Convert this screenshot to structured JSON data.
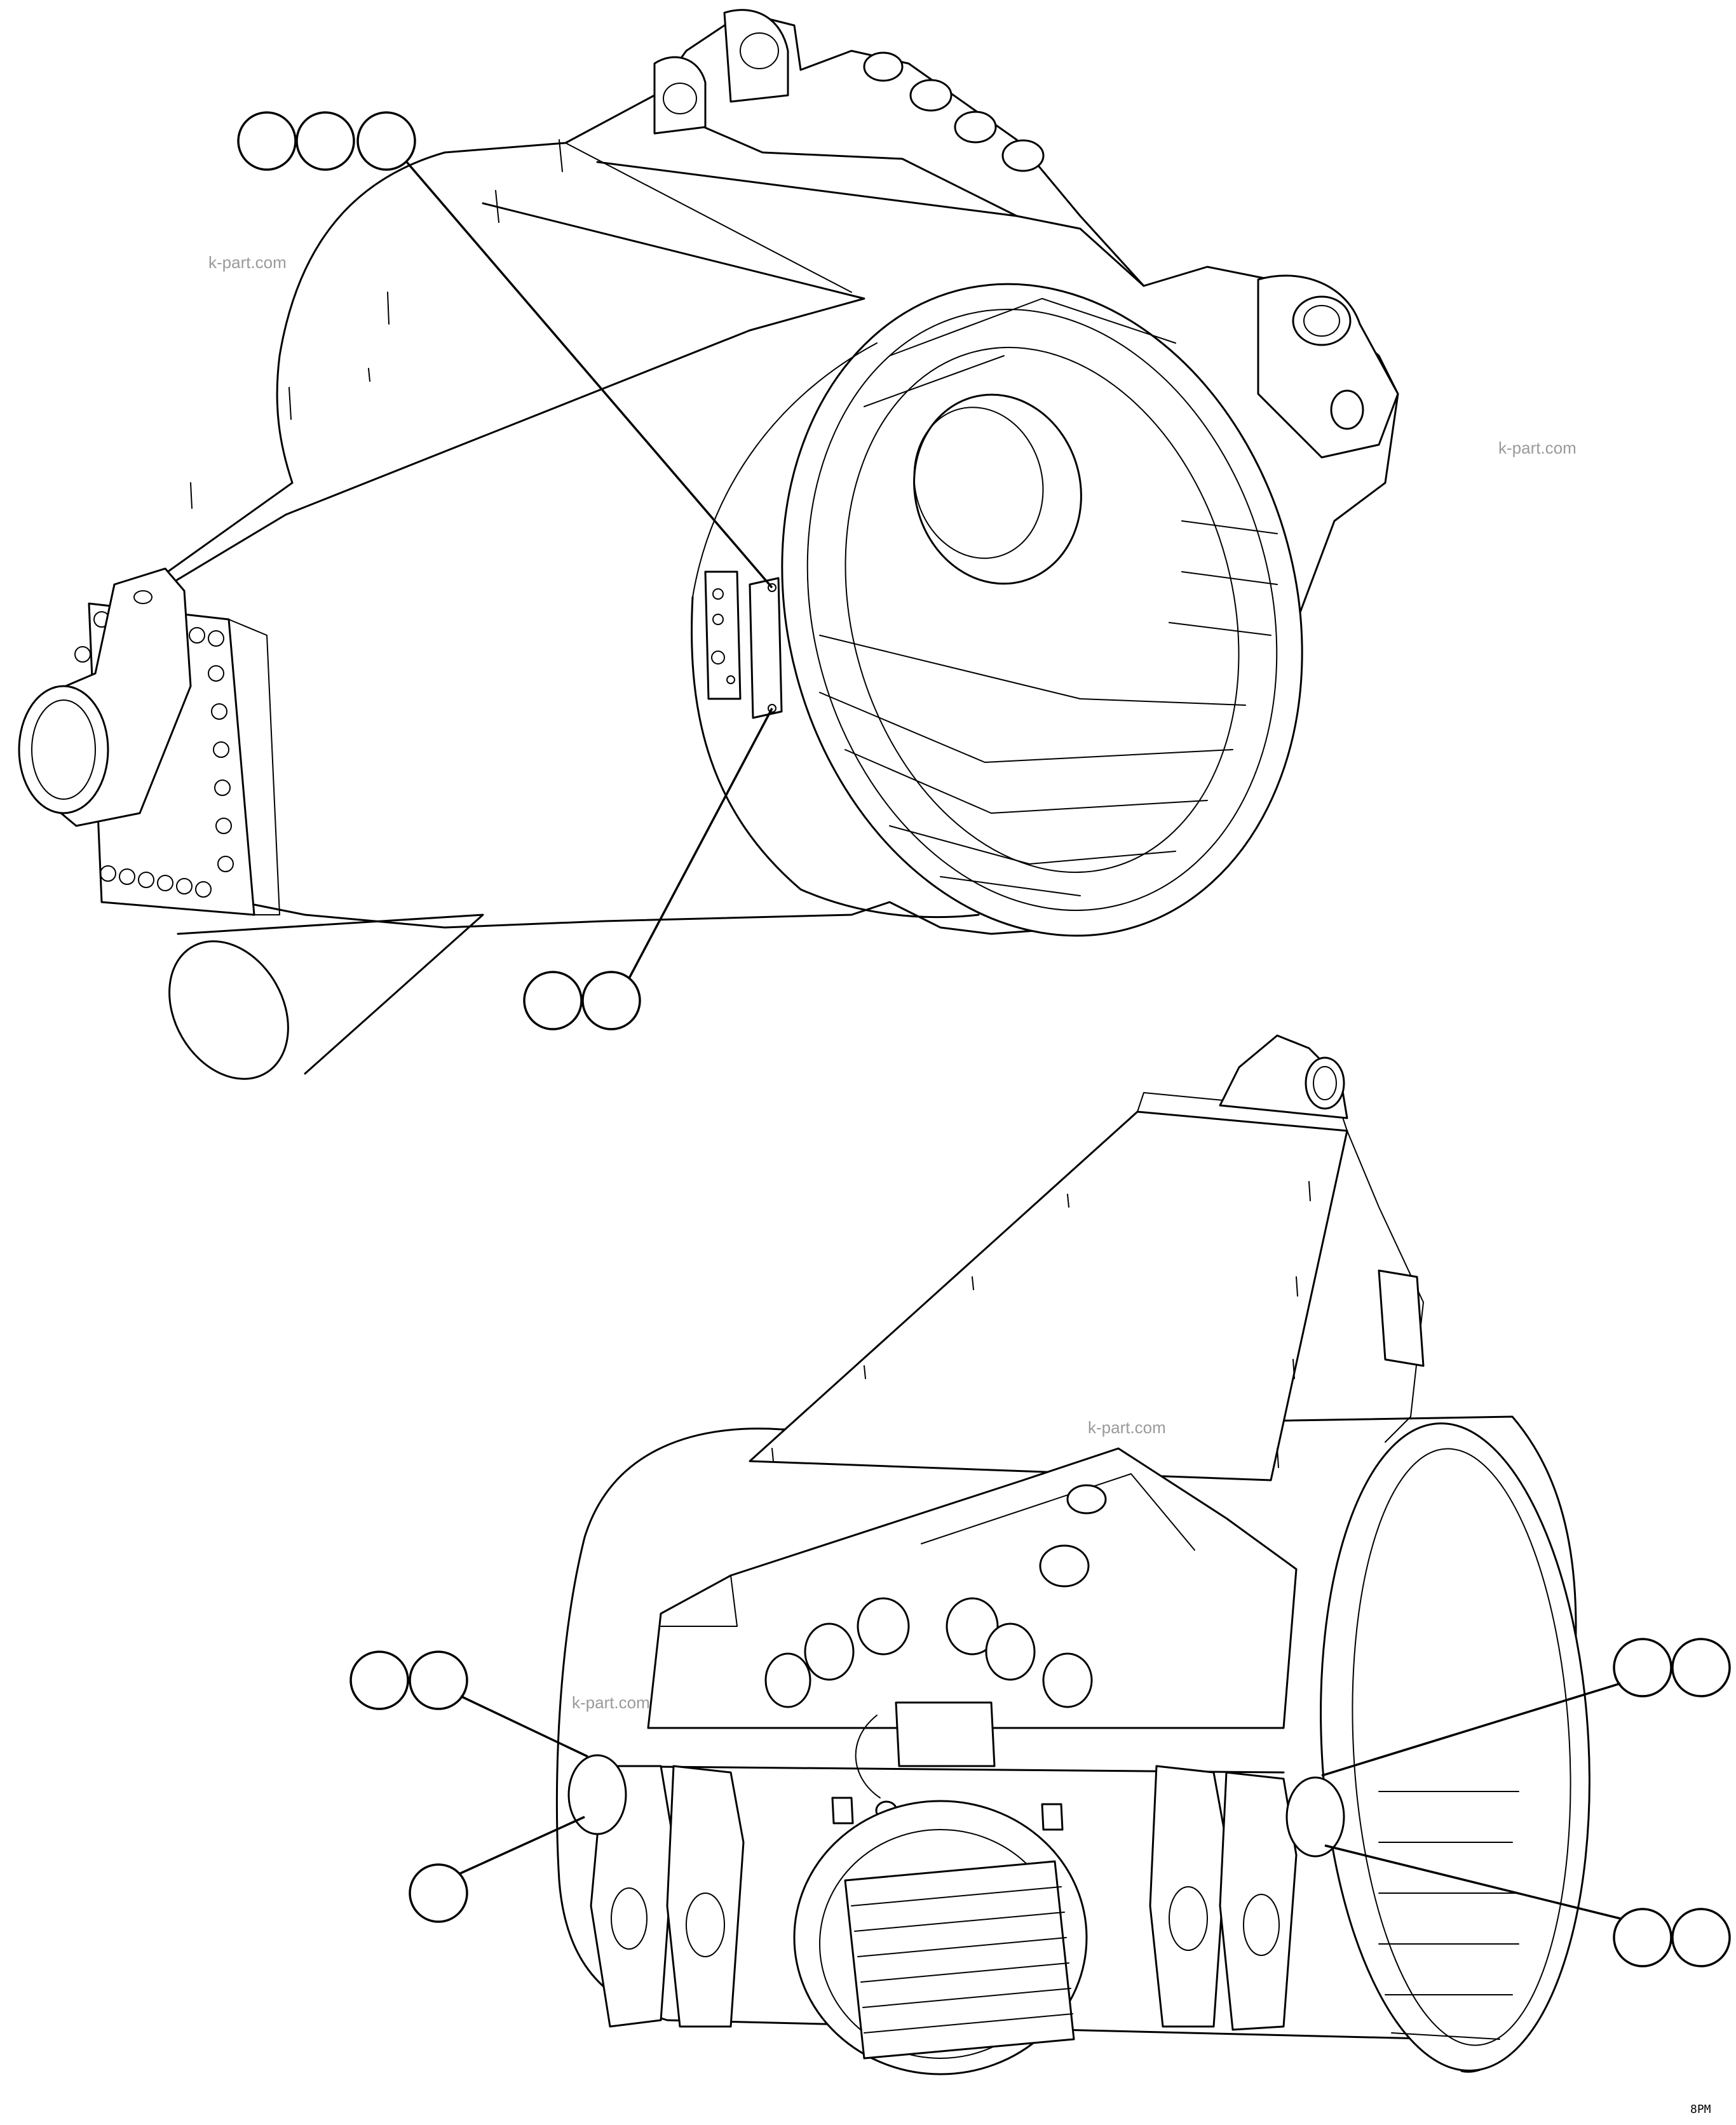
{
  "watermarks": [
    "k-part.com",
    "k-part.com",
    "k-part.com",
    "k-part.com"
  ],
  "drawing_code": "8PM"
}
